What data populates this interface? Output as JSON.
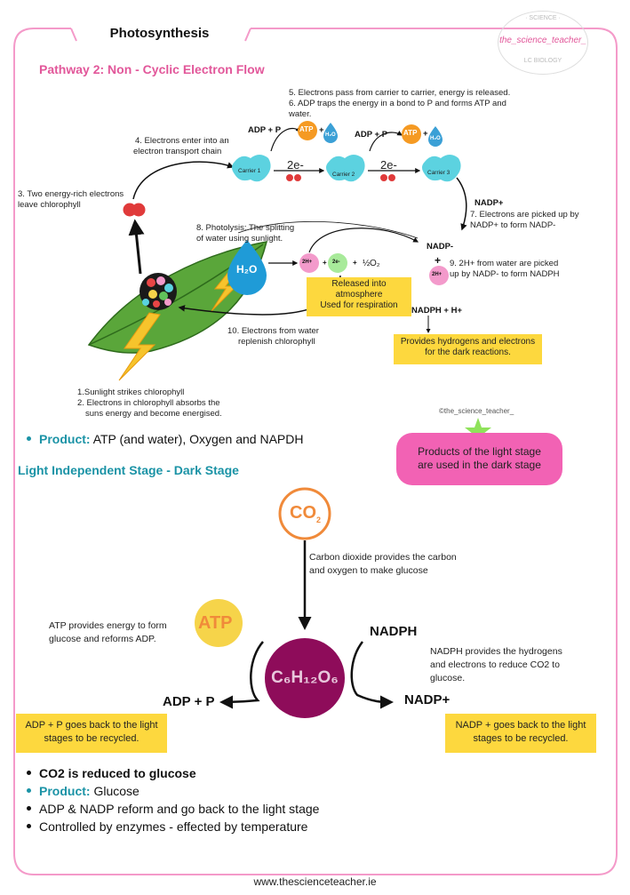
{
  "title": "Photosynthesis",
  "brand": {
    "seal_top": "· SCIENCE ·",
    "seal_name": "the_science_teacher_",
    "seal_bottom": "LC BIOLOGY",
    "handle": "©the_science_teacher_",
    "footer_url": "www.thescienceteacher.ie"
  },
  "pathway_heading": "Pathway 2: Non - Cyclic Electron Flow",
  "light_stage": {
    "steps": {
      "s1": "1.Sunlight strikes chlorophyll",
      "s2": "2. Electrons in chlorophyll absorbs the",
      "s2b": "suns energy and become energised.",
      "s3a": "3. Two energy-rich electrons",
      "s3b": "leave chlorophyll",
      "s4a": "4. Electrons enter into an",
      "s4b": "electron transport chain",
      "s5": "5. Electrons pass from carrier to carrier, energy is released.",
      "s6a": "6. ADP traps the energy in a bond to P and forms ATP and",
      "s6b": "water.",
      "s7a": "7. Electrons are picked up by",
      "s7b": "NADP+ to form NADP-",
      "s8a": "8. Photolysis: The splitting",
      "s8b": "of water using sunlight.",
      "s9a": "9. 2H+ from water are picked",
      "s9b": "up by NADP- to form NADPH",
      "s10a": "10. Electrons from water",
      "s10b": "replenish chlorophyll"
    },
    "labels": {
      "adp_p": "ADP + P",
      "atp": "ATP",
      "water": "H₂O",
      "h2o_big": "H₂O",
      "carrier1": "Carrier 1",
      "carrier2": "Carrier 2",
      "carrier3": "Carrier 3",
      "two_e": "2e-",
      "nadp_plus": "NADP+",
      "nadp_minus": "NADP-",
      "plus": "+",
      "two_h": "2H+",
      "two_e_small": "2e-",
      "half": "½",
      "o2": "O₂",
      "nadph_h": "NADPH + H+"
    },
    "oxygen_note": [
      "Released into",
      "atmosphere",
      "Used for respiration"
    ],
    "dark_link": [
      "Provides hydrogens and electrons",
      "for the dark reactions."
    ],
    "product_label": "Product:",
    "product_text": "ATP (and water), Oxygen and NAPDH",
    "pink_box": [
      "Products of the light stage",
      "are used in the dark stage"
    ]
  },
  "dark_stage": {
    "heading": "Light Independent Stage - Dark Stage",
    "co2": "CO",
    "co2_sub": "2",
    "co2_note": [
      "Carbon dioxide provides the carbon",
      "and oxygen to make glucose"
    ],
    "atp": "ATP",
    "atp_note": [
      "ATP provides energy to form",
      "glucose and reforms ADP."
    ],
    "glucose": "C₆H₁₂O₆",
    "nadph": "NADPH",
    "nadph_note": [
      "NADPH provides the hydrogens",
      "and electrons to reduce CO2 to",
      "glucose."
    ],
    "adp_p": "ADP + P",
    "nadp_plus": "NADP+",
    "adp_recycle": [
      "ADP + P goes back to the light",
      "stages to be recycled."
    ],
    "nadp_recycle": [
      "NADP + goes back to the light",
      "stages to be recycled."
    ]
  },
  "summary": [
    {
      "label": "",
      "text": "CO2 is reduced to glucose",
      "bold": true
    },
    {
      "label": "Product:",
      "text": "Glucose",
      "bold": false
    },
    {
      "label": "",
      "text": "ADP & NADP reform and go back to the light stage",
      "bold": false
    },
    {
      "label": "",
      "text": "Controlled by enzymes - effected by temperature",
      "bold": false
    }
  ],
  "colors": {
    "frame": "#f49ac9",
    "pink": "#e2579a",
    "teal": "#1b93a6",
    "yellow": "#fdd83e",
    "carrier": "#5cd2e0",
    "glucose": "#8e0c5a",
    "atp_orange": "#f59a23",
    "electron_red": "#e03a3a",
    "leaf_green": "#5aa63a"
  }
}
